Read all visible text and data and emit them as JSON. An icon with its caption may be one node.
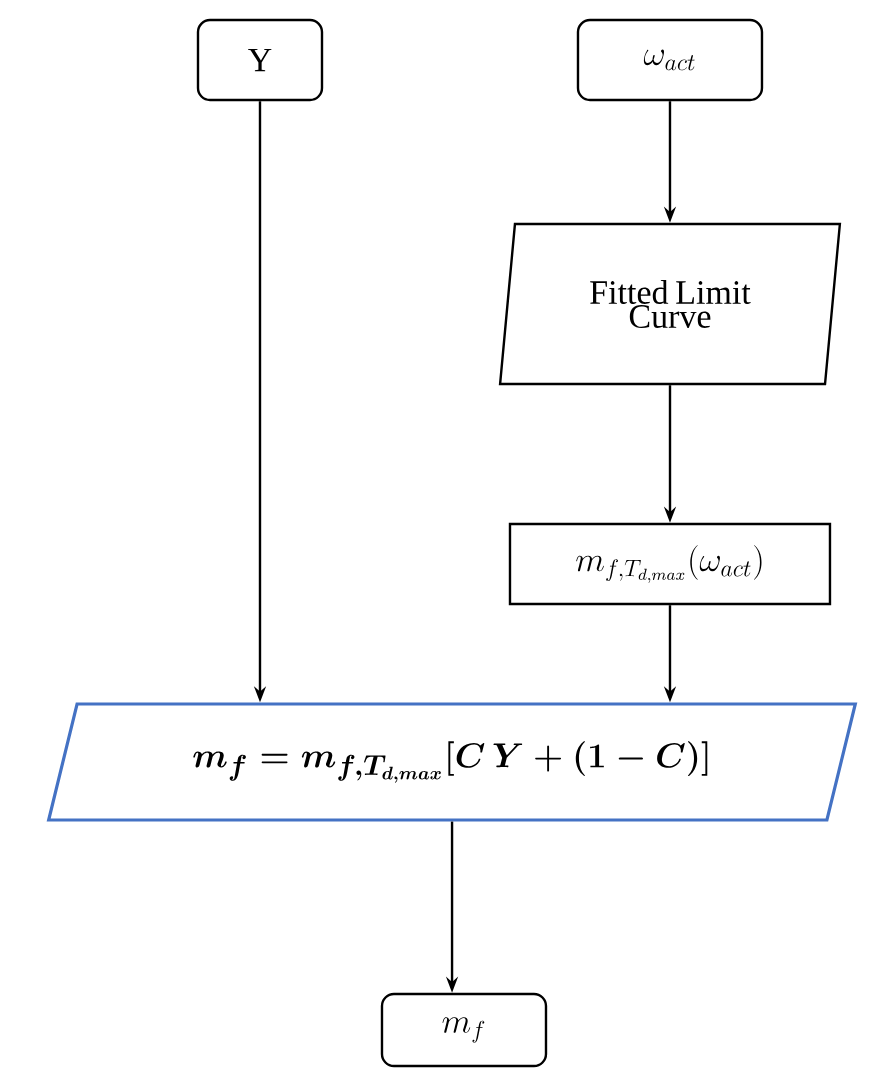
{
  "diagram": {
    "nodes": [
      {
        "text": [
          "Y"
        ]
      },
      {
        "text": [
          "\\omega_{act}"
        ]
      },
      {
        "text": [
          "Fitted Limit Curve"
        ]
      },
      {
        "text": [
          "m_{f,T_{d,max}}(\\omega_{act})"
        ]
      },
      {
        "text": [
          "m_f=m_{f,T_{d,max}}\\lbrack C\\,Y+(1-C)\\rbrack"
        ]
      },
      {
        "text": [
          "m_f"
        ]
      }
    ],
    "edges": [
      {
        "from": 0,
        "to": 4,
        "arrow": "to"
      },
      {
        "from": 1,
        "to": 2,
        "arrow": "to"
      },
      {
        "from": 2,
        "to": 3,
        "arrow": "to"
      },
      {
        "from": 3,
        "to": 4,
        "arrow": "to"
      },
      {
        "from": 4,
        "to": 5,
        "arrow": "to"
      }
    ]
  }
}
